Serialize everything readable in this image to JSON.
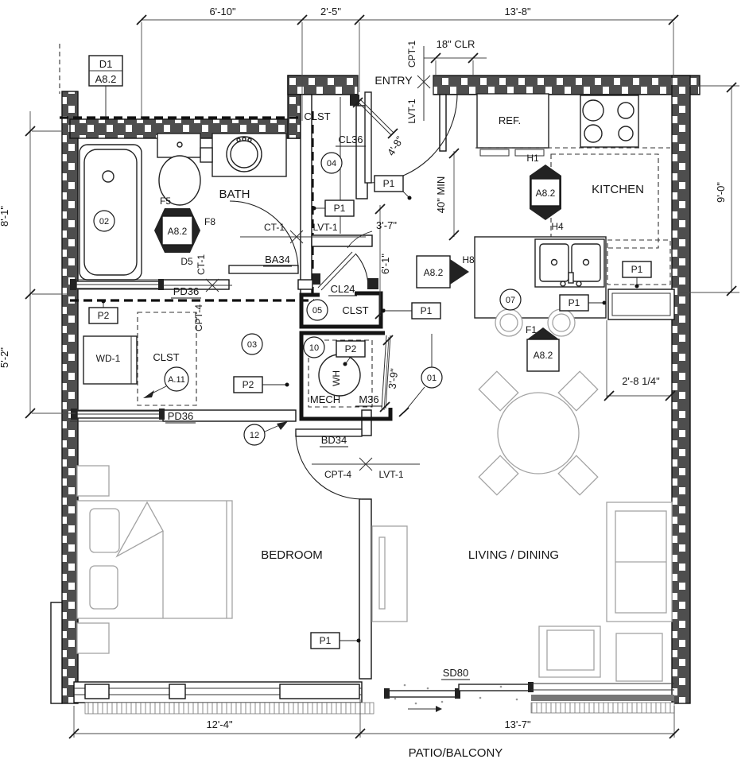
{
  "rooms": {
    "entry": "ENTRY",
    "bath": "BATH",
    "kitchen": "KITCHEN",
    "bedroom": "BEDROOM",
    "living": "LIVING / DINING",
    "patio": "PATIO/BALCONY",
    "mech": "MECH",
    "closet_entry": "CLST",
    "closet_05": "CLST",
    "closet_bedroom": "CLST"
  },
  "fixtures": {
    "ref": "REF.",
    "washer_dryer": "WD-1",
    "water_heater": "WH"
  },
  "doors": {
    "cl36": "CL36",
    "ba34": "BA34",
    "cl24": "CL24",
    "pd36_bath": "PD36",
    "pd36_bedroom": "PD36",
    "m36": "M36",
    "bd34": "BD34",
    "sd80": "SD80"
  },
  "dims": {
    "top_left": "6'-10\"",
    "top_mid": "2'-5\"",
    "top_right": "13'-8\"",
    "entry_clear": "18\" CLR",
    "entry_closet": "4'-8\"",
    "kitchen_clear": "40\" MIN",
    "right_wall": "9'-0\"",
    "hall": "3'-7\"",
    "hall_v": "6'-1\"",
    "mech_door": "3'-9\"",
    "island": "2'-8 1/4\"",
    "bottom_left": "12'-4\"",
    "bottom_right": "13'-7\"",
    "left_upper": "8'-1\"",
    "left_lower": "5'-2\""
  },
  "finishes": {
    "cpt1": "CPT-1",
    "lvt1": "LVT-1",
    "ct1": "CT-1",
    "cpt4": "CPT-4"
  },
  "keynotes": {
    "n01": "01",
    "n02": "02",
    "n03": "03",
    "n04": "04",
    "n05": "05",
    "n07": "07",
    "n10": "10",
    "n12": "12",
    "a11": "A.11"
  },
  "tags": {
    "p1": "P1",
    "p2": "P2",
    "d1": "D1",
    "sheet": "A8.2"
  },
  "elev": {
    "f5": "F5",
    "f8": "F8",
    "d5": "D5",
    "h1": "H1",
    "h4": "H4",
    "h8": "H8",
    "f1": "F1"
  },
  "colors": {
    "wall_fill": "#4e4e4e",
    "line": "#141414",
    "furniture": "#a3a3a3"
  }
}
